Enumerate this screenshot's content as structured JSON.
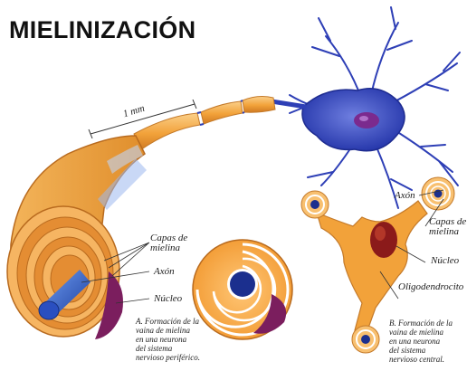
{
  "title": "MIELINIZACIÓN",
  "scale_label": "1 mm",
  "labels": {
    "capas_mielina_a": [
      "Capas de",
      "mielina"
    ],
    "axon_a": "Axón",
    "nucleo_a": "Núcleo",
    "axon_b": "Axón",
    "capas_mielina_b": [
      "Capas de",
      "mielina"
    ],
    "nucleo_b": "Núcleo",
    "oligodendrocito": "Oligodendrocito"
  },
  "captions": {
    "a": [
      "A. Formación de la",
      "vaina de mielina",
      "en una neurona",
      "del sistema",
      "nervioso periférico."
    ],
    "b": [
      "B. Formación de la",
      "vaina de mielina",
      "en una neurona",
      "del sistema",
      "nervioso central."
    ]
  },
  "colors": {
    "myelin": "#F2A23A",
    "myelin_dark": "#D07A22",
    "neuron": "#2E3FB6",
    "axon": "#2A55C8",
    "nucleus_schwann": "#7B1E5E",
    "nucleus_oligo": "#8B1A1A"
  }
}
